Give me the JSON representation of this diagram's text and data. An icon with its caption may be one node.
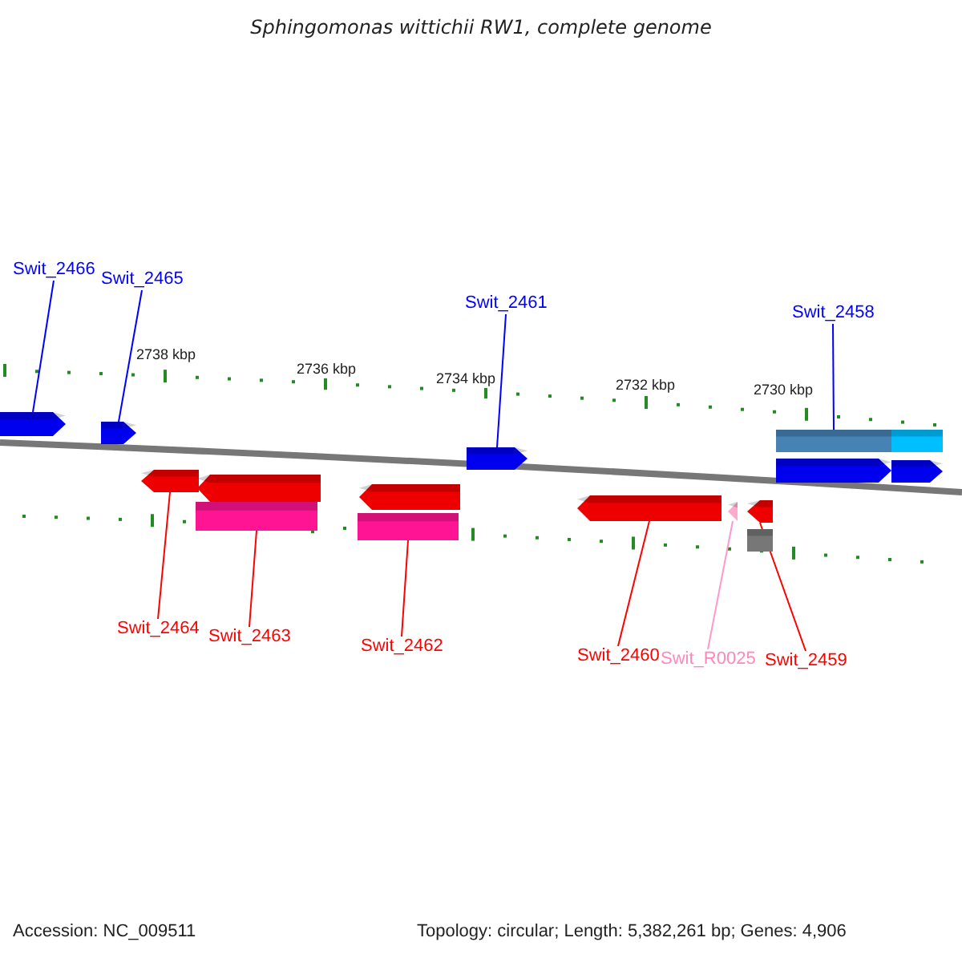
{
  "diagram": {
    "title": "Sphingomonas wittichii RW1, complete genome",
    "nodes": [
      {
        "text": [
          "Swit_2466"
        ]
      },
      {
        "text": [
          "Swit_2465"
        ]
      },
      {
        "text": [
          "Swit_2461"
        ]
      },
      {
        "text": [
          "Swit_2458"
        ]
      },
      {
        "text": [
          "Swit_2464"
        ]
      },
      {
        "text": [
          "Swit_2463"
        ]
      },
      {
        "text": [
          "Swit_2462"
        ]
      },
      {
        "text": [
          "Swit_2460"
        ]
      },
      {
        "text": [
          "Swit_R0025"
        ]
      },
      {
        "text": [
          "Swit_2459"
        ]
      },
      {
        "text": [],
        "shape": "arrow"
      },
      {
        "text": [],
        "shape": "arrow"
      },
      {
        "text": [],
        "shape": "arrow"
      },
      {
        "text": [],
        "shape": "bar"
      },
      {
        "text": [],
        "shape": "bar"
      },
      {
        "text": [],
        "shape": "arrow"
      },
      {
        "text": [],
        "shape": "arrow"
      },
      {
        "text": [],
        "shape": "arrow"
      },
      {
        "text": [],
        "shape": "arrow"
      },
      {
        "text": [],
        "shape": "bar"
      },
      {
        "text": [],
        "shape": "arrow"
      },
      {
        "text": [],
        "shape": "bar"
      },
      {
        "text": [],
        "shape": "arrow"
      },
      {
        "text": [],
        "shape": "arrow"
      },
      {
        "text": [],
        "shape": "arrow"
      },
      {
        "text": [],
        "shape": "bar"
      }
    ],
    "edges": [
      {
        "from": 0,
        "to": 10,
        "arrow": "none",
        "color": "#0000ff"
      },
      {
        "from": 1,
        "to": 11,
        "arrow": "none",
        "color": "#0000ff"
      },
      {
        "from": 2,
        "to": 12,
        "arrow": "none",
        "color": "#0000ff"
      },
      {
        "from": 3,
        "to": 13,
        "arrow": "none",
        "color": "#0000ff"
      },
      {
        "from": 4,
        "to": 17,
        "arrow": "none"
      },
      {
        "from": 5,
        "to": 19,
        "arrow": "none"
      },
      {
        "from": 6,
        "to": 21,
        "arrow": "none"
      },
      {
        "from": 7,
        "to": 22,
        "arrow": "none"
      },
      {
        "from": 8,
        "to": 23,
        "arrow": "none",
        "color": "#ff99cc"
      },
      {
        "from": 9,
        "to": 24,
        "arrow": "none"
      }
    ],
    "labels": [
      "2738 kbp",
      "2736 kbp",
      "2734 kbp",
      "2732 kbp",
      "2730 kbp",
      "Accession: NC_009511",
      "Topology: circular; Length: 5,382,261 bp; Genes: 4,906"
    ]
  }
}
